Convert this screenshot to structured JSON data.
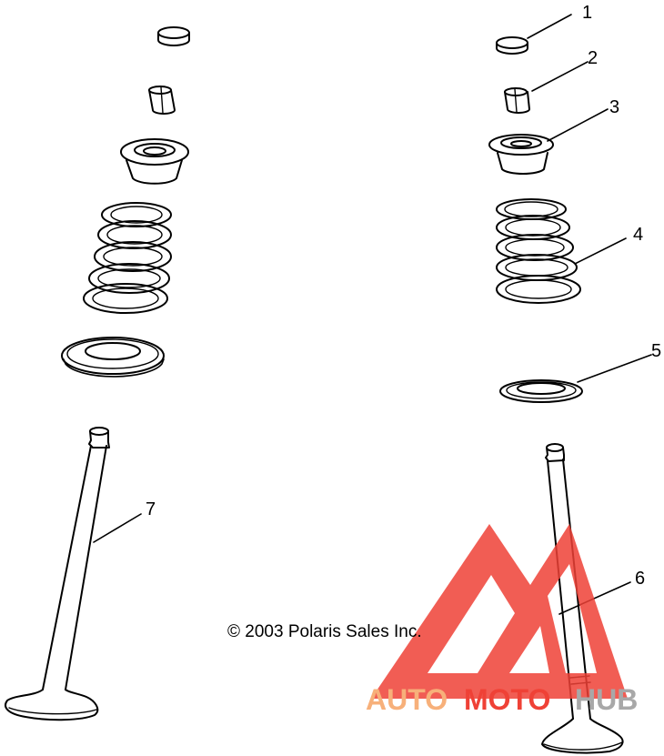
{
  "callouts": [
    "1",
    "2",
    "3",
    "4",
    "5",
    "6",
    "7"
  ],
  "copyright": "© 2003 Polaris Sales Inc.",
  "watermark": {
    "part1": "AUTO",
    "part2": "MOTO",
    "part3": "HUB",
    "color_red": "#ef4136",
    "color_orange": "#f7b07a",
    "color_gray": "#a8a8a8"
  }
}
